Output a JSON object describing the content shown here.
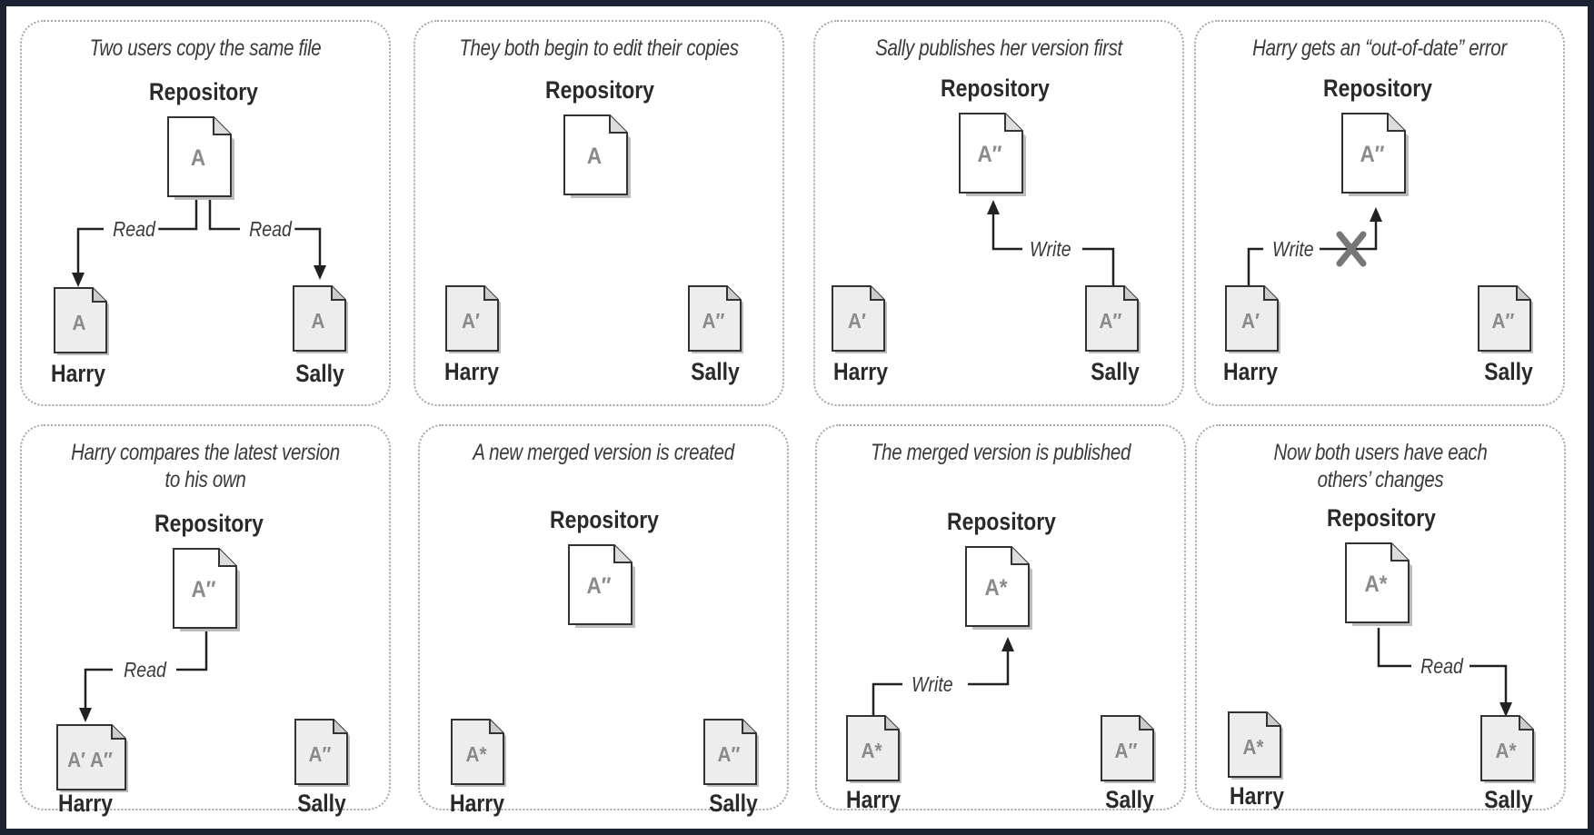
{
  "panels": [
    {
      "caption": "Two users copy the same file",
      "repo_label": "Repository",
      "repo_version": "A",
      "harry_label": "Harry",
      "harry_version": "A",
      "sally_label": "Sally",
      "sally_version": "A",
      "arrow_label_1": "Read",
      "arrow_label_2": "Read"
    },
    {
      "caption": "They both begin to edit their copies",
      "repo_label": "Repository",
      "repo_version": "A",
      "harry_label": "Harry",
      "harry_version": "A′",
      "sally_label": "Sally",
      "sally_version": "A″"
    },
    {
      "caption": "Sally publishes her version first",
      "repo_label": "Repository",
      "repo_version": "A″",
      "harry_label": "Harry",
      "harry_version": "A′",
      "sally_label": "Sally",
      "sally_version": "A″",
      "arrow_label_1": "Write"
    },
    {
      "caption": "Harry gets an “out-of-date” error",
      "repo_label": "Repository",
      "repo_version": "A″",
      "harry_label": "Harry",
      "harry_version": "A′",
      "sally_label": "Sally",
      "sally_version": "A″",
      "arrow_label_1": "Write"
    },
    {
      "caption_line1": "Harry compares the latest version",
      "caption_line2": "to his own",
      "repo_label": "Repository",
      "repo_version": "A″",
      "harry_label": "Harry",
      "harry_version": "A′ A″",
      "sally_label": "Sally",
      "sally_version": "A″",
      "arrow_label_1": "Read"
    },
    {
      "caption": "A new merged version is created",
      "repo_label": "Repository",
      "repo_version": "A″",
      "harry_label": "Harry",
      "harry_version": "A*",
      "sally_label": "Sally",
      "sally_version": "A″"
    },
    {
      "caption": "The merged version is published",
      "repo_label": "Repository",
      "repo_version": "A*",
      "harry_label": "Harry",
      "harry_version": "A*",
      "sally_label": "Sally",
      "sally_version": "A″",
      "arrow_label_1": "Write"
    },
    {
      "caption_line1": "Now both users have each",
      "caption_line2": "others’ changes",
      "repo_label": "Repository",
      "repo_version": "A*",
      "harry_label": "Harry",
      "harry_version": "A*",
      "sally_label": "Sally",
      "sally_version": "A*",
      "arrow_label_1": "Read"
    }
  ],
  "colors": {
    "background": "#1b2233",
    "panel_border": "#a8a8a8",
    "arrow": "#222222",
    "error_x": "#777777"
  }
}
